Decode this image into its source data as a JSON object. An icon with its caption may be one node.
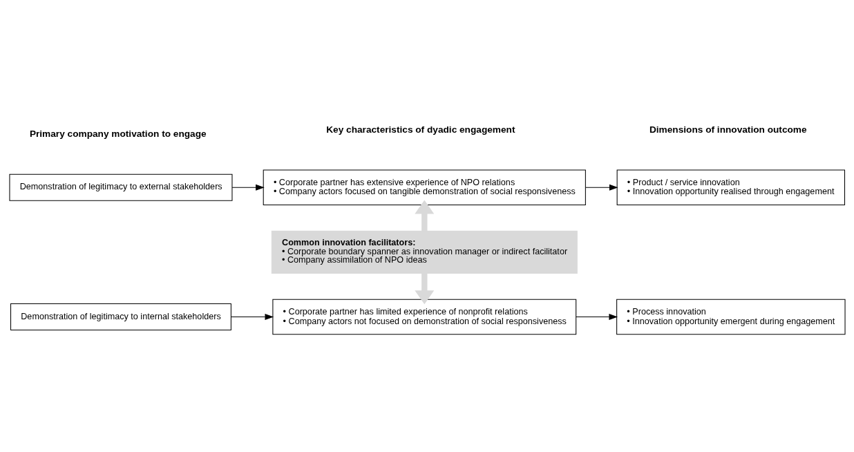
{
  "diagram": {
    "nodes": [
      {
        "text": [
          "Demonstration of legitimacy to external stakeholders"
        ]
      },
      {
        "text": [
          "• Corporate partner has extensive experience of NPO relations",
          "• Company actors focused on tangible demonstration of social responsiveness"
        ]
      },
      {
        "text": [
          "• Product / service innovation",
          "• Innovation opportunity realised through engagement"
        ]
      },
      {
        "text": [
          "Demonstration of legitimacy to internal stakeholders"
        ]
      },
      {
        "text": [
          "• Corporate partner has limited experience of nonprofit relations",
          "• Company actors not focused on demonstration of social responsiveness"
        ]
      },
      {
        "text": [
          "• Process innovation",
          "• Innovation opportunity emergent during engagement"
        ]
      },
      {
        "text": [
          "Common innovation facilitators:",
          "• Corporate boundary spanner as innovation manager or indirect facilitator",
          "• Company assimilation of NPO ideas"
        ]
      }
    ],
    "edges": [
      {
        "from": 0,
        "to": 1,
        "arrow": "to"
      },
      {
        "from": 1,
        "to": 2,
        "arrow": "to"
      },
      {
        "from": 3,
        "to": 4,
        "arrow": "to"
      },
      {
        "from": 4,
        "to": 5,
        "arrow": "to"
      },
      {
        "from": 6,
        "to": 1,
        "arrow": "to",
        "style": "thick",
        "color": "#d9d9d9"
      },
      {
        "from": 6,
        "to": 4,
        "arrow": "to",
        "style": "thick",
        "color": "#d9d9d9"
      }
    ],
    "labels": [
      "Primary company motivation to engage",
      "Key characteristics of dyadic engagement",
      "Dimensions of innovation outcome"
    ]
  }
}
